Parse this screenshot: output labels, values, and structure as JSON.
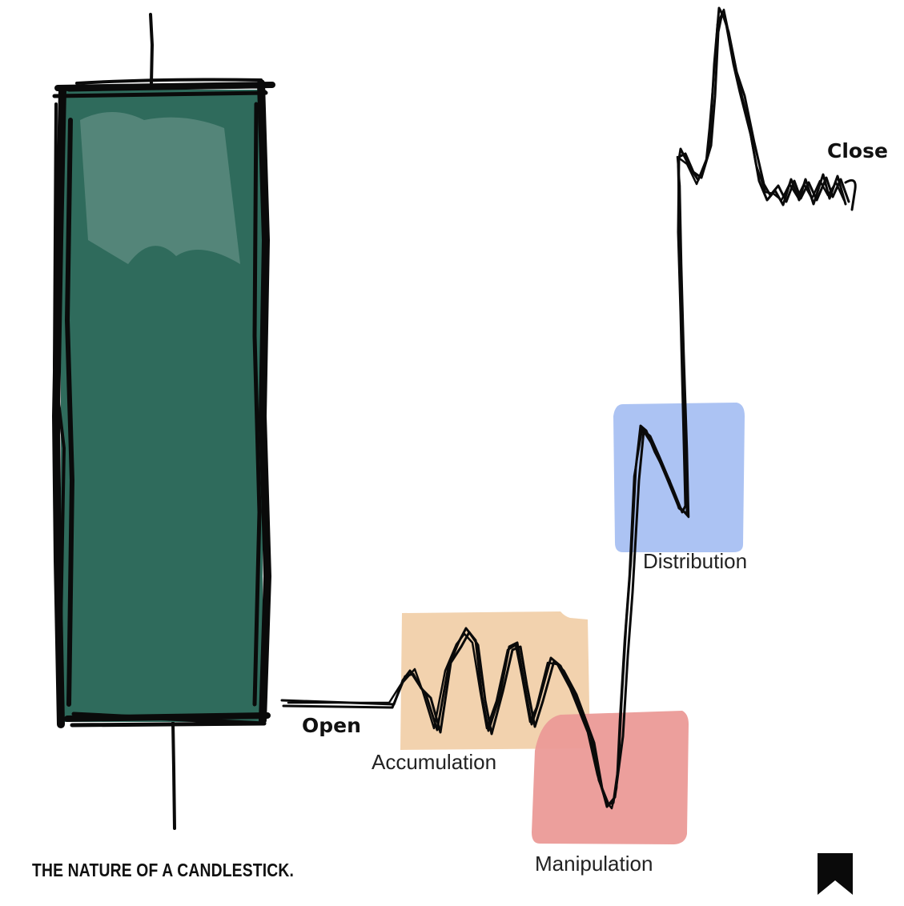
{
  "caption": "THE NATURE OF A CANDLESTICK.",
  "labels": {
    "open": "Open",
    "close": "Close",
    "accumulation": "Accumulation",
    "manipulation": "Manipulation",
    "distribution": "Distribution"
  },
  "colors": {
    "candle_body": "#2f6b5c",
    "candle_outline": "#0a0a0a",
    "accumulation_zone": "#f2d2ae",
    "manipulation_zone": "#eb9a97",
    "distribution_zone": "#a8c0f2",
    "price_line": "#0a0a0a"
  },
  "icons": {
    "bookmark": "bookmark-icon"
  }
}
